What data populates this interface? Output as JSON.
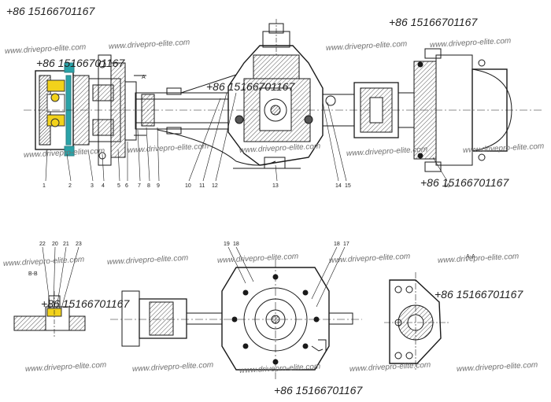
{
  "contact": {
    "phone": "+86 15166701167",
    "website": "www.drivepro-elite.com"
  },
  "drawing": {
    "part_callouts": [
      "1",
      "2",
      "3",
      "4",
      "5",
      "6",
      "7",
      "8",
      "9",
      "10",
      "11",
      "12",
      "13",
      "14",
      "15",
      "16"
    ],
    "detail_callouts_left": [
      "22",
      "20",
      "21",
      "23"
    ],
    "detail_callouts_center": [
      "19",
      "18",
      "18",
      "17"
    ],
    "section_label_left": "B-B",
    "section_label_right": "A-A",
    "section_marker": "A"
  },
  "colors": {
    "line": "#1a1a1a",
    "hatch": "#555555",
    "yellow": "#f2d21b",
    "teal": "#2aa3a8",
    "white": "#ffffff"
  }
}
